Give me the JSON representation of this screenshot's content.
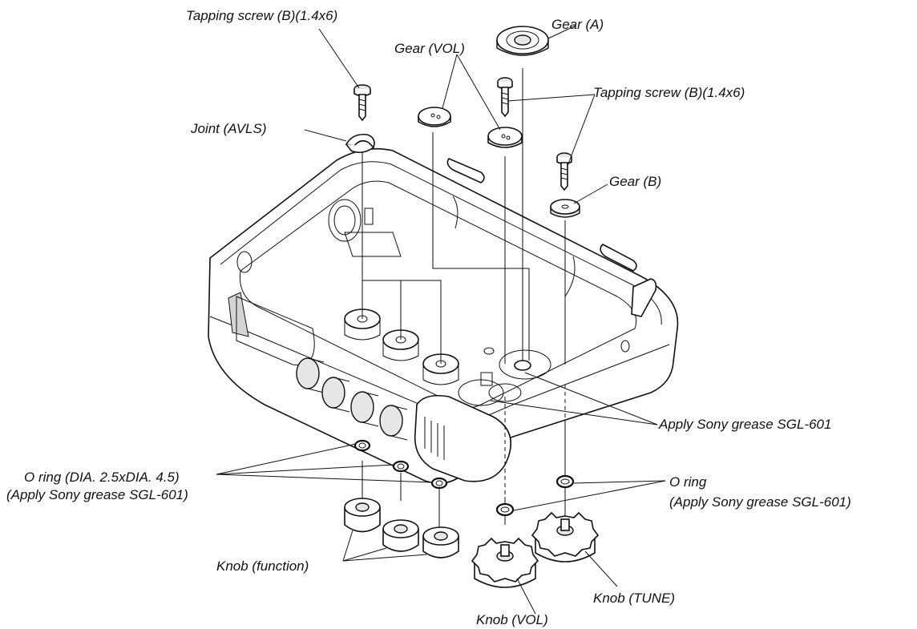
{
  "labels": {
    "tapping_screw_left": "Tapping screw (B)(1.4x6)",
    "tapping_screw_right": "Tapping screw (B)(1.4x6)",
    "gear_vol": "Gear (VOL)",
    "gear_a": "Gear (A)",
    "gear_b": "Gear (B)",
    "joint_avls": "Joint (AVLS)",
    "apply_grease": "Apply Sony grease SGL-601",
    "o_ring_left_line1": "O ring (DIA. 2.5xDIA. 4.5)",
    "o_ring_left_line2": "(Apply Sony grease SGL-601)",
    "o_ring_right_line1": "O ring",
    "o_ring_right_line2": "(Apply Sony grease SGL-601)",
    "knob_function": "Knob (function)",
    "knob_tune": "Knob (TUNE)",
    "knob_vol": "Knob (VOL)"
  }
}
